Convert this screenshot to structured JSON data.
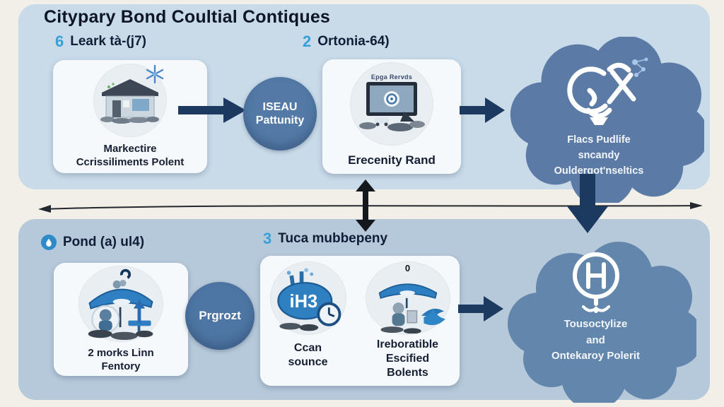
{
  "title": "Citypary Bond Coultial Contiques",
  "colors": {
    "top_band": "#c9dbe9",
    "bottom_band": "#b6c9da",
    "card": "#f6f9fb",
    "node_circle": "#537aa7",
    "cloud_top": "#5b7ba6",
    "cloud_bottom": "#6286ac",
    "arrow": "#1c3a5f",
    "number_accent": "#36a0d9",
    "text_dark": "#101d36"
  },
  "top_band": {
    "steps": [
      {
        "num": "6",
        "label": "Leark tà-(j7)"
      },
      {
        "num": "2",
        "label": "Ortonia-64)"
      }
    ],
    "card1": {
      "line1": "Markectire",
      "line2": "Ccrissiliments Polent"
    },
    "node": {
      "line1": "ISEAU",
      "line2": "Pattunity"
    },
    "card2": {
      "tiny": "Epga Rervds",
      "label": "Erecenity Rand"
    },
    "cloud": {
      "line1": "Flacs Pudlife",
      "line2": "sncandy",
      "line3": "Ouldergot'nseltics"
    }
  },
  "bottom_band": {
    "steps": [
      {
        "label": "Pond (a) ul4)"
      },
      {
        "num": "3",
        "label": "Tuca mubbepeny"
      }
    ],
    "card3": {
      "line1": "2 morks Linn",
      "line2": "Fentory"
    },
    "node": {
      "label": "Prgrozt"
    },
    "card4": {
      "item1": {
        "blob": "iH3",
        "line1": "Ccan",
        "line2": "sounce"
      },
      "item2": {
        "tiny": "0",
        "line1": "Ireboratible",
        "line2": "Escified",
        "line3": "Bolents"
      }
    },
    "cloud": {
      "line1": "Tousoctylize",
      "line2": "and",
      "line3": "Ontekaroy Polerit"
    }
  }
}
